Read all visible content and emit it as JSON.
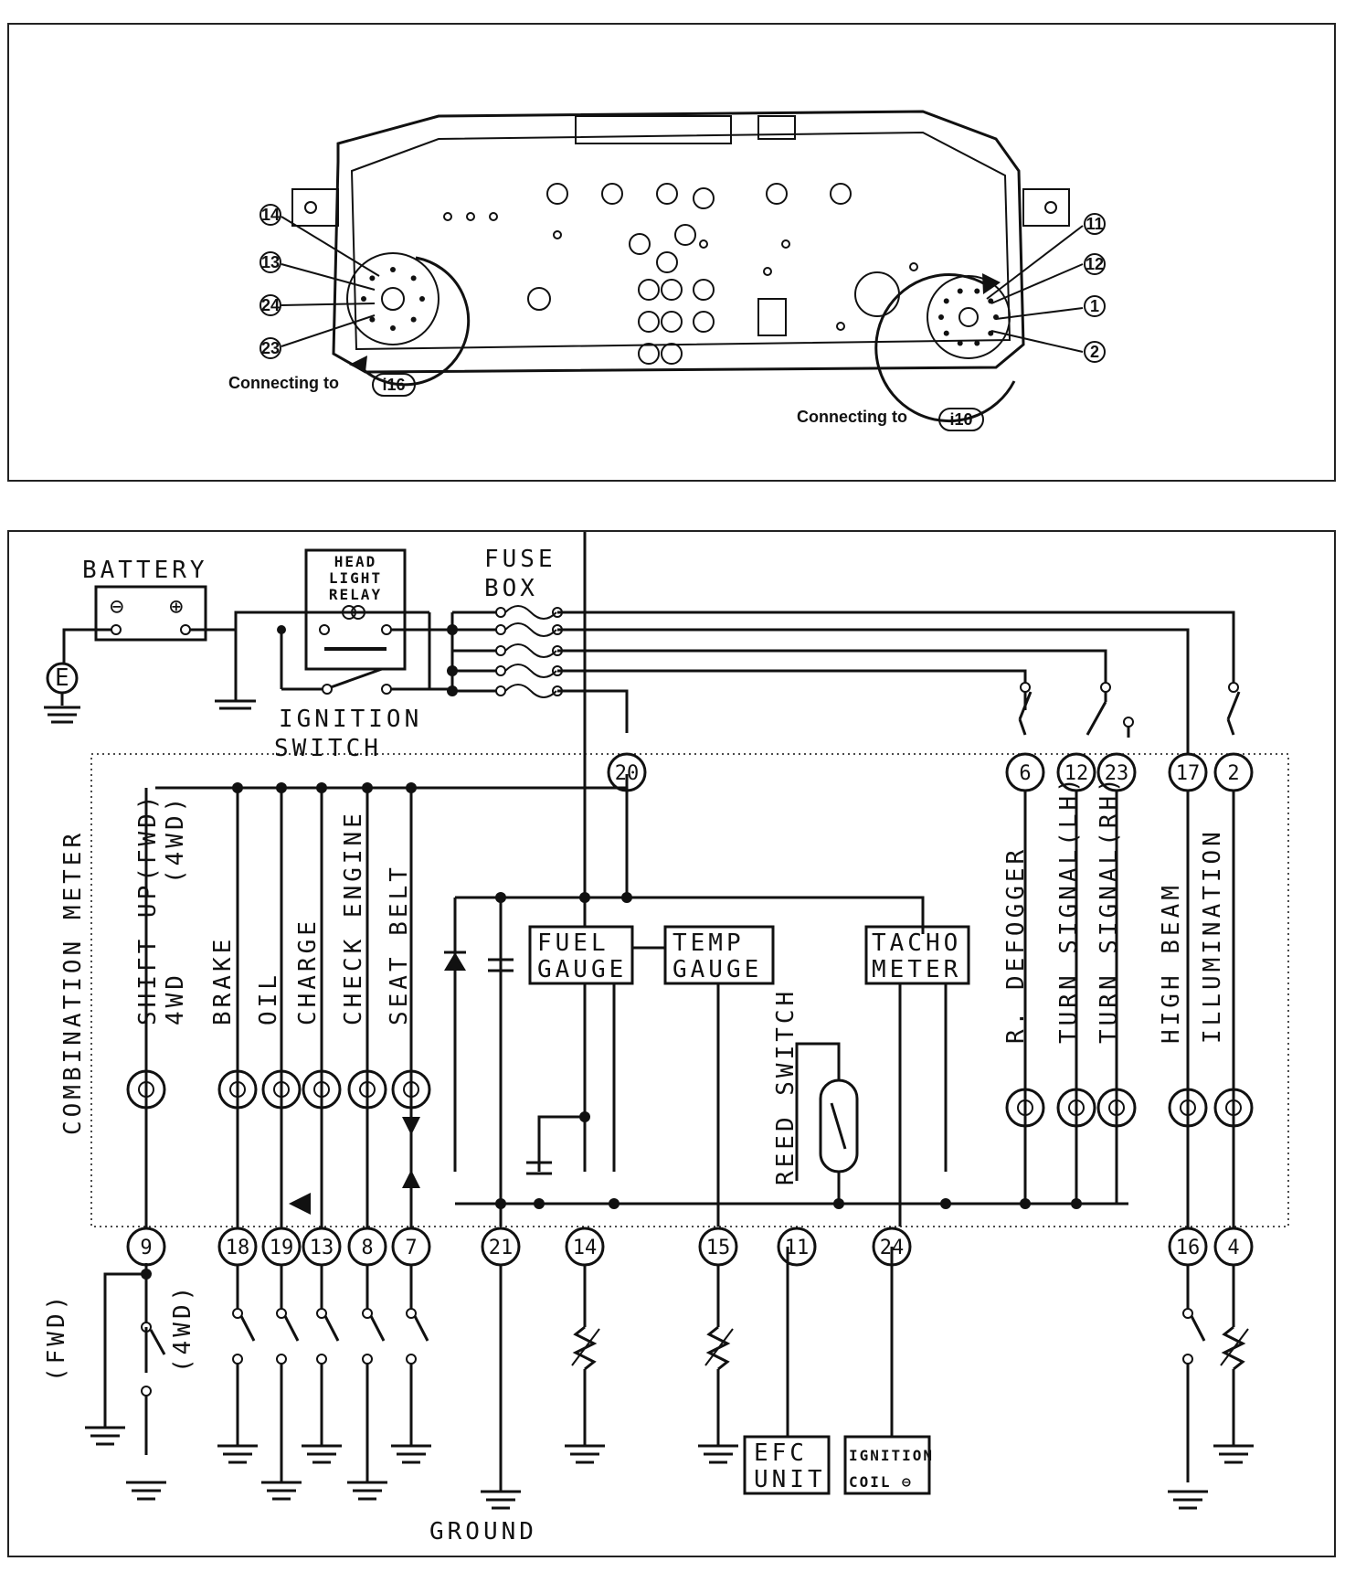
{
  "top": {
    "connecting_left": "Connecting to",
    "connector_left": "i16",
    "connecting_right": "Connecting to",
    "connector_right": "i10",
    "pins_left": [
      "14",
      "13",
      "24",
      "23"
    ],
    "pins_right": [
      "11",
      "12",
      "1",
      "2"
    ]
  },
  "schematic": {
    "battery": "BATTERY",
    "battery_neg": "⊖",
    "battery_pos": "⊕",
    "earth": "E",
    "headlight_relay": [
      "HEAD",
      "LIGHT",
      "RELAY"
    ],
    "fuse_box": [
      "FUSE",
      "BOX"
    ],
    "ignition_switch": [
      "IGNITION",
      "SWITCH"
    ],
    "combination_meter": "COMBINATION METER",
    "shift_up": "SHIFT UP(FWD)",
    "shift_up_4wd": "4WD",
    "shift_up_paren_4wd": "(4WD)",
    "brake": "BRAKE",
    "oil": "OIL",
    "charge": "CHARGE",
    "check_engine": "CHECK ENGINE",
    "seat_belt": "SEAT BELT",
    "fuel_gauge": [
      "FUEL",
      "GAUGE"
    ],
    "temp_gauge": [
      "TEMP",
      "GAUGE"
    ],
    "tacho_meter": [
      "TACHO",
      "METER"
    ],
    "reed_switch": "REED SWITCH",
    "r_defogger": "R. DEFOGGER",
    "turn_lh": "TURN SIGNAL(LH)",
    "turn_rh": "TURN SIGNAL(RH)",
    "high_beam": "HIGH BEAM",
    "illumination": "ILLUMINATION",
    "efc_unit": [
      "EFC",
      "UNIT"
    ],
    "ignition_coil": [
      "IGNITION",
      "COIL ⊖"
    ],
    "ground": "GROUND",
    "fwd": "(FWD)",
    "four_wd": "(4WD)",
    "top_pins": [
      "20",
      "6",
      "12",
      "23",
      "17",
      "2"
    ],
    "bottom_pins": [
      "9",
      "18",
      "19",
      "13",
      "8",
      "7",
      "21",
      "14",
      "15",
      "11",
      "24",
      "16",
      "4"
    ]
  }
}
